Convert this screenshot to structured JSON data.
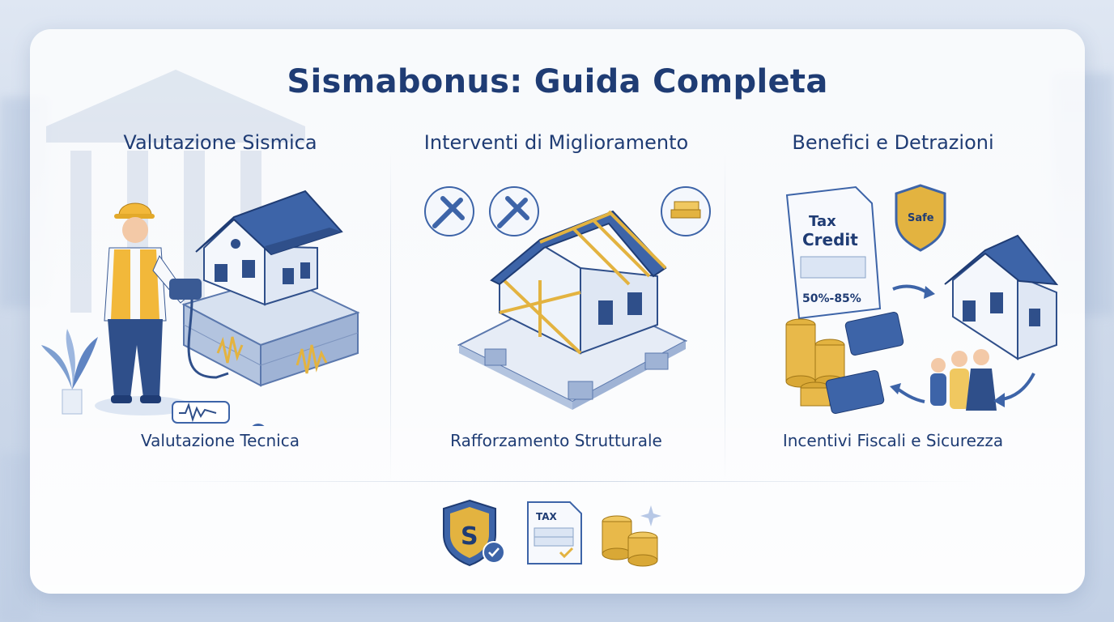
{
  "title": "Sismabonus: Guida Completa",
  "columns": [
    {
      "heading": "Valutazione Sismica",
      "caption": "Valutazione Tecnica"
    },
    {
      "heading": "Interventi di Miglioramento",
      "caption": "Rafforzamento Strutturale"
    },
    {
      "heading": "Benefici e Detrazioni",
      "caption": "Incentivi Fiscali e Sicurezza"
    }
  ],
  "illustration_text": {
    "tax_credit_line1": "Tax",
    "tax_credit_line2": "Credit",
    "percent_range": "50%-85%",
    "safe_badge": "Safe",
    "tax_doc_label": "TAX",
    "shield_letter": "S"
  },
  "colors": {
    "title": "#1f3c74",
    "accent_blue": "#3d64a8",
    "gold": "#e3b340"
  },
  "icons": [
    "worker-icon",
    "house-icon",
    "seismograph-icon",
    "tools-icon",
    "wood-beams-icon",
    "tax-credit-document-icon",
    "coins-icon",
    "credit-card-icon",
    "family-icon",
    "safe-shield-icon",
    "shield-s-icon",
    "tax-form-icon",
    "coin-stack-icon"
  ]
}
